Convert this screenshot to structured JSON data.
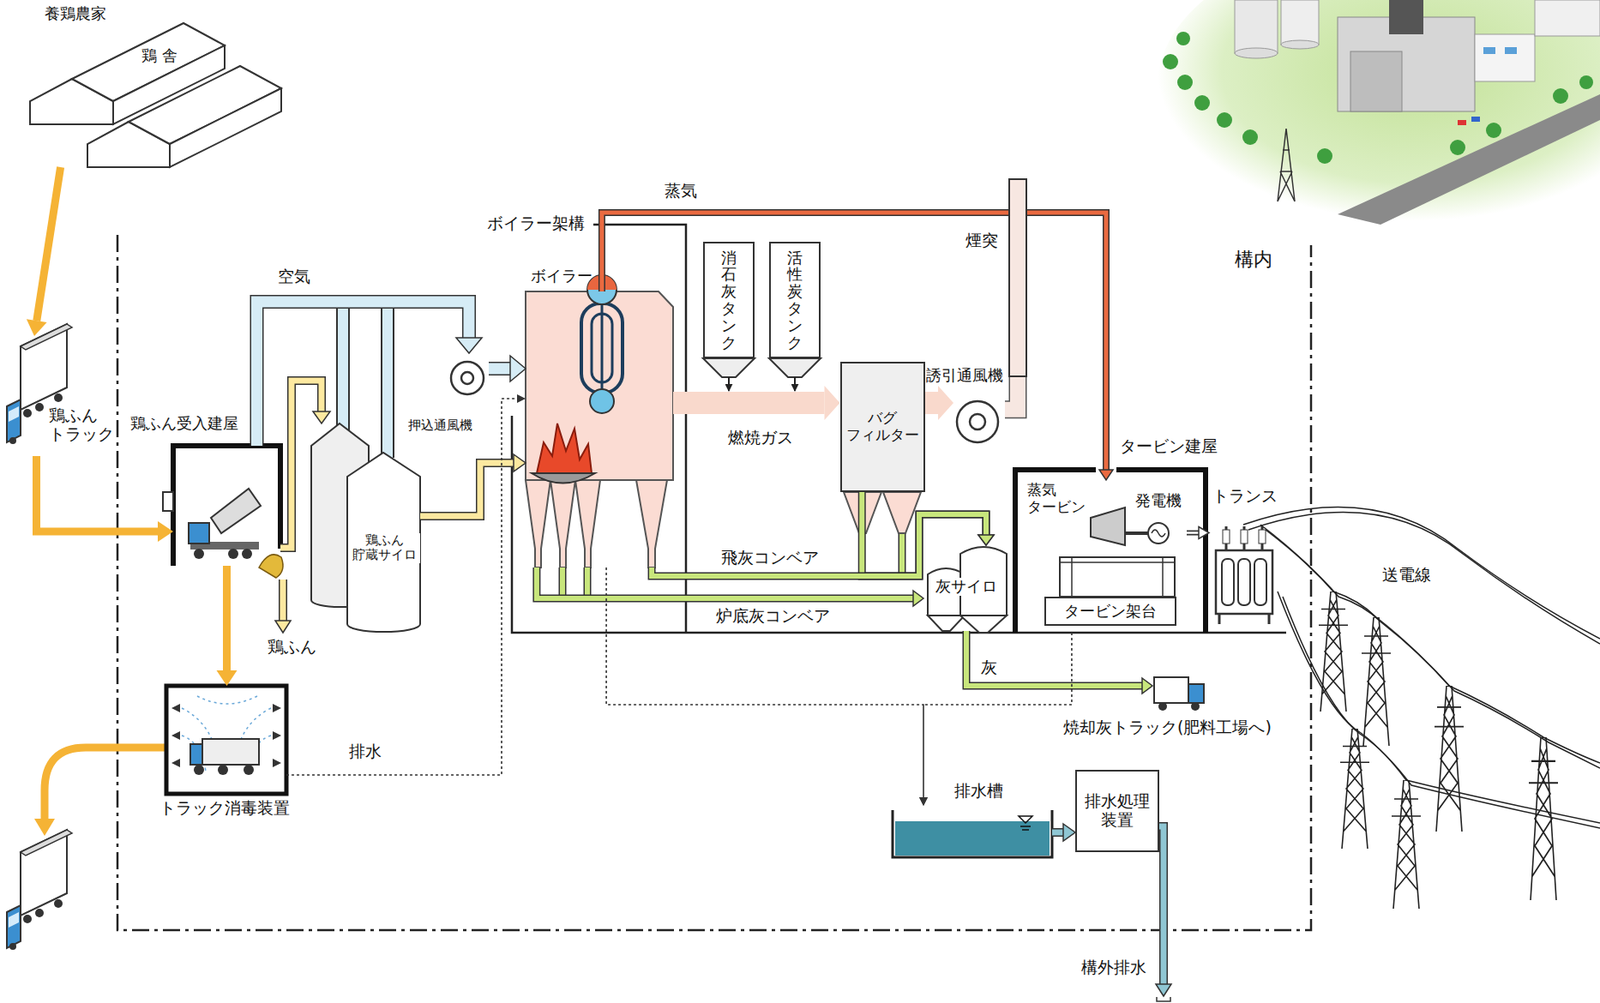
{
  "diagram": {
    "nodes": [
      {
        "text": [
          "養鶏農家",
          "鶏 舎"
        ]
      },
      {
        "text": [
          "鶏ふん トラック"
        ]
      },
      {
        "text": [
          "鶏ふん受入建屋"
        ]
      },
      {
        "text": [
          "鶏ふん 貯蔵サイロ"
        ]
      },
      {
        "text": [
          "押込通風機"
        ]
      },
      {
        "text": [
          "ボイラー"
        ]
      },
      {
        "text": [
          "消石灰タンク"
        ]
      },
      {
        "text": [
          "活性炭タンク"
        ]
      },
      {
        "text": [
          "バグ フィルター"
        ]
      },
      {
        "text": [
          "誘引通風機"
        ]
      },
      {
        "text": [
          "煙突"
        ]
      },
      {
        "text": [
          "タービン建屋"
        ]
      },
      {
        "text": [
          "蒸気 タービン"
        ],
        "in": 11
      },
      {
        "text": [
          "発電機"
        ],
        "in": 11
      },
      {
        "text": [
          "タービン架台"
        ],
        "in": 11
      },
      {
        "text": [
          "灰サイロ"
        ]
      },
      {
        "text": [
          "トランス"
        ]
      },
      {
        "text": [
          "焼却灰トラック(肥料工場へ)"
        ]
      },
      {
        "text": [
          "トラック消毒装置"
        ]
      },
      {
        "text": [
          "排水槽"
        ]
      },
      {
        "text": [
          "排水処理 装置"
        ]
      }
    ],
    "edges": [
      {
        "from": 0,
        "to": 1,
        "arrow": "to"
      },
      {
        "from": 1,
        "to": 2,
        "arrow": "to"
      },
      {
        "from": 2,
        "to": 18,
        "arrow": "to"
      },
      {
        "from": 2,
        "to": 3,
        "label": "鶏ふん",
        "arrow": "to"
      },
      {
        "from": 3,
        "to": 5,
        "arrow": "to"
      },
      {
        "from": 2,
        "to": 4,
        "label": "空気",
        "arrow": "to"
      },
      {
        "from": 4,
        "to": 5,
        "arrow": "to"
      },
      {
        "from": 5,
        "to": 8,
        "label": "燃焼ガス",
        "arrow": "to"
      },
      {
        "from": 8,
        "to": 9,
        "arrow": "to"
      },
      {
        "from": 9,
        "to": 10,
        "arrow": "none"
      },
      {
        "from": 5,
        "to": 12,
        "label": "蒸気",
        "arrow": "to"
      },
      {
        "from": 5,
        "to": 15,
        "label": "炉底灰コンベア",
        "arrow": "to"
      },
      {
        "from": 8,
        "to": 15,
        "label": "飛灰コンベア",
        "arrow": "to"
      },
      {
        "from": 5,
        "to": 15,
        "arrow": "to"
      },
      {
        "from": 15,
        "to": 17,
        "label": "灰",
        "arrow": "to"
      },
      {
        "from": 13,
        "to": 16,
        "arrow": "to"
      },
      {
        "from": 18,
        "to": 5,
        "label": "排水",
        "arrow": "to"
      },
      {
        "from": 5,
        "to": 19,
        "arrow": "to"
      },
      {
        "from": 11,
        "to": 19,
        "arrow": "to"
      },
      {
        "from": 19,
        "to": 20,
        "arrow": "to"
      }
    ],
    "labels": [
      "ボイラー架構",
      "構内",
      "送電線",
      "構外排水"
    ]
  }
}
